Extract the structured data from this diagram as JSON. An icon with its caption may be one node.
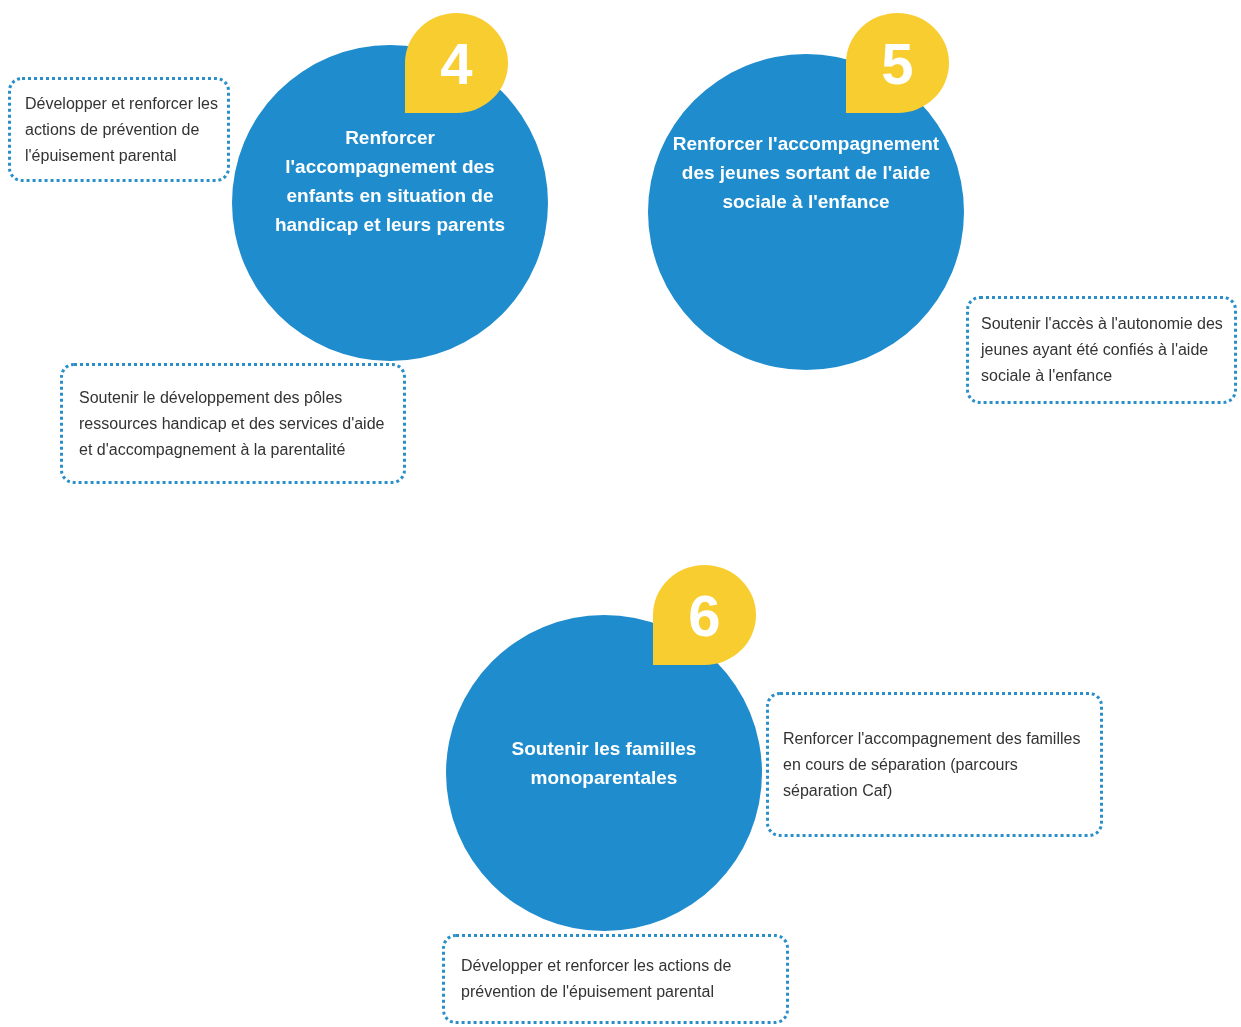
{
  "diagram": {
    "nodes": [
      {
        "text": [
          "4"
        ]
      },
      {
        "text": [
          "Développer et renforcer les actions de prévention de l'épuisement parental"
        ]
      },
      {
        "text": [
          "Renforcer l'accompagnement des enfants en situation de handicap et leurs parents"
        ]
      },
      {
        "text": [
          "Soutenir le développement des pôles ressources handicap et des services d'aide et d'accompagnement à la parentalité"
        ]
      },
      {
        "text": [
          "5"
        ]
      },
      {
        "text": [
          "Renforcer l'accompagnement des jeunes sortant de l'aide sociale à l'enfance"
        ]
      },
      {
        "text": [
          "Soutenir l'accès à l'autonomie des jeunes ayant été confiés à l'aide sociale à l'enfance"
        ]
      },
      {
        "text": [
          "6"
        ]
      },
      {
        "text": [
          "Soutenir les familles monoparentales"
        ]
      },
      {
        "text": [
          "Renforcer l'accompagnement des familles en cours de séparation (parcours séparation Caf)"
        ]
      },
      {
        "text": [
          "Développer et renforcer les actions de prévention de l'épuisement parental"
        ]
      }
    ]
  }
}
